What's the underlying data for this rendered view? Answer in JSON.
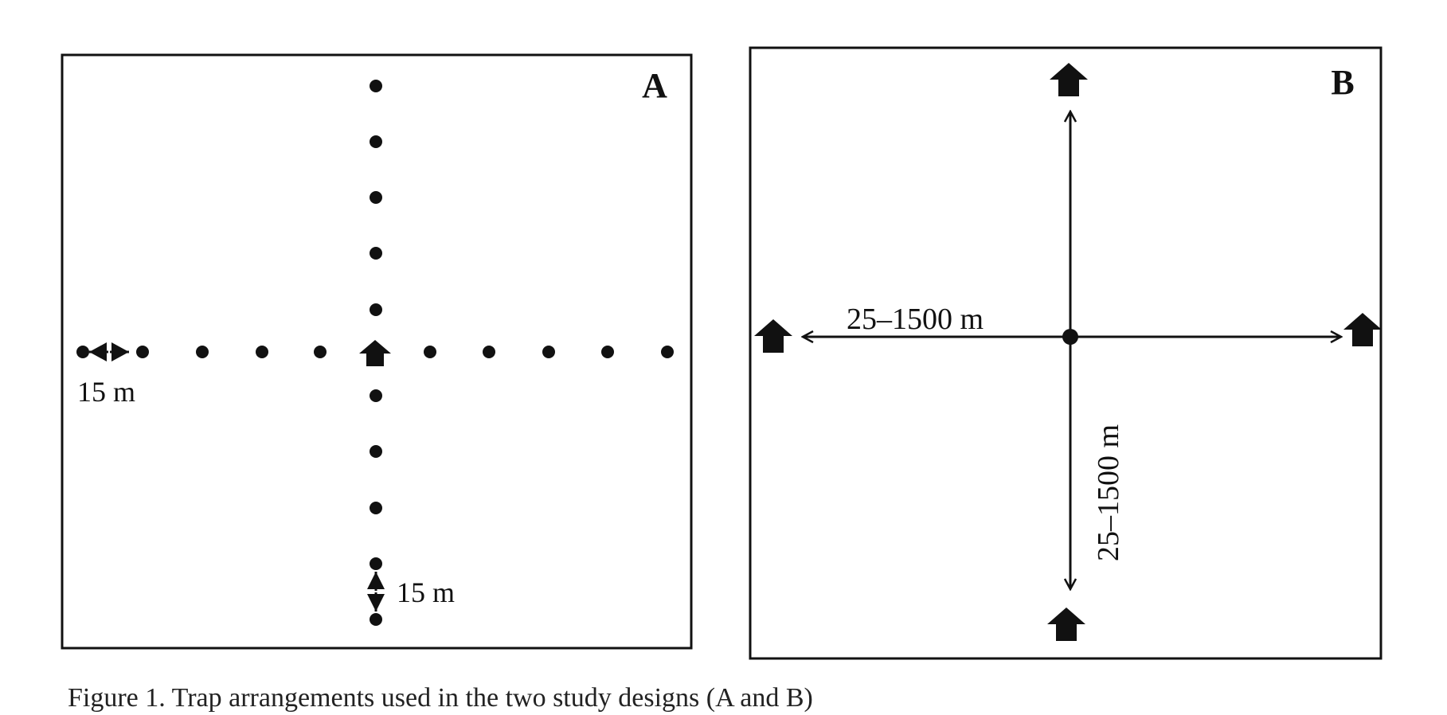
{
  "panel_a": {
    "letter": "A",
    "spacing_label_horizontal": "15 m",
    "spacing_label_vertical": "15 m"
  },
  "panel_b": {
    "letter": "B",
    "distance_label_horizontal": "25–1500 m",
    "distance_label_vertical": "25–1500 m"
  },
  "caption": "Figure 1. Trap arrangements used in the two study designs (A and B)"
}
